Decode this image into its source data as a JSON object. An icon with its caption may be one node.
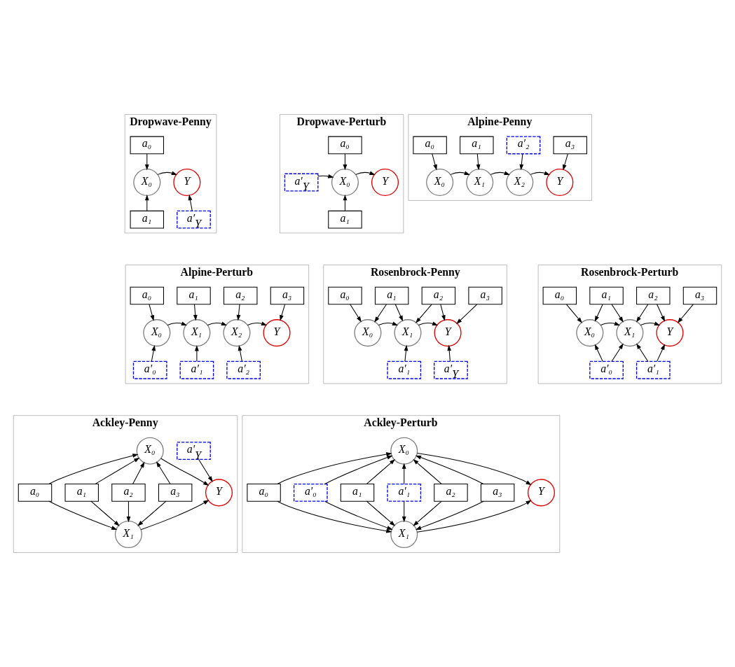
{
  "diagram": {
    "nodes": [
      {
        "text": [
          "Dropwave-Penny"
        ]
      },
      {
        "text": [
          "a₀"
        ],
        "in": 0
      },
      {
        "text": [
          "X₀"
        ],
        "in": 0
      },
      {
        "text": [
          "Y"
        ],
        "in": 0
      },
      {
        "text": [
          "a₁"
        ],
        "in": 0
      },
      {
        "text": [
          "a′$_{Y}$"
        ],
        "in": 0
      },
      {
        "text": [
          "Dropwave-Perturb"
        ]
      },
      {
        "text": [
          "a₀"
        ],
        "in": 6
      },
      {
        "text": [
          "a′$_{Y}$"
        ],
        "in": 6
      },
      {
        "text": [
          "X₀"
        ],
        "in": 6
      },
      {
        "text": [
          "Y"
        ],
        "in": 6
      },
      {
        "text": [
          "a₁"
        ],
        "in": 6
      },
      {
        "text": [
          "Alpine-Penny"
        ]
      },
      {
        "text": [
          "a₀"
        ],
        "in": 12
      },
      {
        "text": [
          "a₁"
        ],
        "in": 12
      },
      {
        "text": [
          "a′₂"
        ],
        "in": 12
      },
      {
        "text": [
          "a₃"
        ],
        "in": 12
      },
      {
        "text": [
          "X₀"
        ],
        "in": 12
      },
      {
        "text": [
          "X₁"
        ],
        "in": 12
      },
      {
        "text": [
          "X₂"
        ],
        "in": 12
      },
      {
        "text": [
          "Y"
        ],
        "in": 12
      },
      {
        "text": [
          "Alpine-Perturb"
        ]
      },
      {
        "text": [
          "a₀"
        ],
        "in": 21
      },
      {
        "text": [
          "a₁"
        ],
        "in": 21
      },
      {
        "text": [
          "a₂"
        ],
        "in": 21
      },
      {
        "text": [
          "a₃"
        ],
        "in": 21
      },
      {
        "text": [
          "X₀"
        ],
        "in": 21
      },
      {
        "text": [
          "X₁"
        ],
        "in": 21
      },
      {
        "text": [
          "X₂"
        ],
        "in": 21
      },
      {
        "text": [
          "Y"
        ],
        "in": 21
      },
      {
        "text": [
          "a′₀"
        ],
        "in": 21
      },
      {
        "text": [
          "a′₁"
        ],
        "in": 21
      },
      {
        "text": [
          "a′₂"
        ],
        "in": 21
      },
      {
        "text": [
          "Rosenbrock-Penny"
        ]
      },
      {
        "text": [
          "a₀"
        ],
        "in": 33
      },
      {
        "text": [
          "a₁"
        ],
        "in": 33
      },
      {
        "text": [
          "a₂"
        ],
        "in": 33
      },
      {
        "text": [
          "a₃"
        ],
        "in": 33
      },
      {
        "text": [
          "X₀"
        ],
        "in": 33
      },
      {
        "text": [
          "X₁"
        ],
        "in": 33
      },
      {
        "text": [
          "Y"
        ],
        "in": 33
      },
      {
        "text": [
          "a′₁"
        ],
        "in": 33
      },
      {
        "text": [
          "a′$_{Y}$"
        ],
        "in": 33
      },
      {
        "text": [
          "Rosenbrock-Perturb"
        ]
      },
      {
        "text": [
          "a₀"
        ],
        "in": 43
      },
      {
        "text": [
          "a₁"
        ],
        "in": 43
      },
      {
        "text": [
          "a₂"
        ],
        "in": 43
      },
      {
        "text": [
          "a₃"
        ],
        "in": 43
      },
      {
        "text": [
          "X₀"
        ],
        "in": 43
      },
      {
        "text": [
          "X₁"
        ],
        "in": 43
      },
      {
        "text": [
          "Y"
        ],
        "in": 43
      },
      {
        "text": [
          "a′₀"
        ],
        "in": 43
      },
      {
        "text": [
          "a′₁"
        ],
        "in": 43
      },
      {
        "text": [
          "Ackley-Penny"
        ]
      },
      {
        "text": [
          "X₀"
        ],
        "in": 53
      },
      {
        "text": [
          "a′$_{Y}$"
        ],
        "in": 53
      },
      {
        "text": [
          "a₀"
        ],
        "in": 53
      },
      {
        "text": [
          "a₁"
        ],
        "in": 53
      },
      {
        "text": [
          "a₂"
        ],
        "in": 53
      },
      {
        "text": [
          "a₃"
        ],
        "in": 53
      },
      {
        "text": [
          "Y"
        ],
        "in": 53
      },
      {
        "text": [
          "X₁"
        ],
        "in": 53
      },
      {
        "text": [
          "Ackley-Perturb"
        ]
      },
      {
        "text": [
          "X₀"
        ],
        "in": 62
      },
      {
        "text": [
          "a₀"
        ],
        "in": 62
      },
      {
        "text": [
          "a′₀"
        ],
        "in": 62
      },
      {
        "text": [
          "a₁"
        ],
        "in": 62
      },
      {
        "text": [
          "a′₁"
        ],
        "in": 62
      },
      {
        "text": [
          "a₂"
        ],
        "in": 62
      },
      {
        "text": [
          "a₃"
        ],
        "in": 62
      },
      {
        "text": [
          "Y"
        ],
        "in": 62
      },
      {
        "text": [
          "X₁"
        ],
        "in": 62
      }
    ],
    "edges": [
      {
        "from": 1,
        "to": 2,
        "arrow": "to"
      },
      {
        "from": 4,
        "to": 2,
        "arrow": "to"
      },
      {
        "from": 2,
        "to": 3,
        "arrow": "to"
      },
      {
        "from": 5,
        "to": 3,
        "arrow": "to"
      },
      {
        "from": 7,
        "to": 9,
        "arrow": "to"
      },
      {
        "from": 8,
        "to": 9,
        "arrow": "to"
      },
      {
        "from": 11,
        "to": 9,
        "arrow": "to"
      },
      {
        "from": 9,
        "to": 10,
        "arrow": "to"
      },
      {
        "from": 13,
        "to": 17,
        "arrow": "to"
      },
      {
        "from": 14,
        "to": 18,
        "arrow": "to"
      },
      {
        "from": 15,
        "to": 19,
        "arrow": "to"
      },
      {
        "from": 16,
        "to": 20,
        "arrow": "to"
      },
      {
        "from": 17,
        "to": 18,
        "arrow": "to"
      },
      {
        "from": 18,
        "to": 19,
        "arrow": "to"
      },
      {
        "from": 19,
        "to": 20,
        "arrow": "to"
      },
      {
        "from": 22,
        "to": 26,
        "arrow": "to"
      },
      {
        "from": 23,
        "to": 27,
        "arrow": "to"
      },
      {
        "from": 24,
        "to": 28,
        "arrow": "to"
      },
      {
        "from": 25,
        "to": 29,
        "arrow": "to"
      },
      {
        "from": 30,
        "to": 26,
        "arrow": "to"
      },
      {
        "from": 31,
        "to": 27,
        "arrow": "to"
      },
      {
        "from": 32,
        "to": 28,
        "arrow": "to"
      },
      {
        "from": 26,
        "to": 27,
        "arrow": "to"
      },
      {
        "from": 27,
        "to": 28,
        "arrow": "to"
      },
      {
        "from": 28,
        "to": 29,
        "arrow": "to"
      },
      {
        "from": 34,
        "to": 38,
        "arrow": "to"
      },
      {
        "from": 35,
        "to": 38,
        "arrow": "to"
      },
      {
        "from": 35,
        "to": 39,
        "arrow": "to"
      },
      {
        "from": 36,
        "to": 39,
        "arrow": "to"
      },
      {
        "from": 36,
        "to": 40,
        "arrow": "to"
      },
      {
        "from": 37,
        "to": 40,
        "arrow": "to"
      },
      {
        "from": 38,
        "to": 39,
        "arrow": "to"
      },
      {
        "from": 39,
        "to": 40,
        "arrow": "to"
      },
      {
        "from": 41,
        "to": 39,
        "arrow": "to"
      },
      {
        "from": 42,
        "to": 40,
        "arrow": "to"
      },
      {
        "from": 44,
        "to": 48,
        "arrow": "to"
      },
      {
        "from": 45,
        "to": 48,
        "arrow": "to"
      },
      {
        "from": 45,
        "to": 49,
        "arrow": "to"
      },
      {
        "from": 46,
        "to": 49,
        "arrow": "to"
      },
      {
        "from": 46,
        "to": 50,
        "arrow": "to"
      },
      {
        "from": 47,
        "to": 50,
        "arrow": "to"
      },
      {
        "from": 48,
        "to": 49,
        "arrow": "to"
      },
      {
        "from": 49,
        "to": 50,
        "arrow": "to"
      },
      {
        "from": 51,
        "to": 48,
        "arrow": "to"
      },
      {
        "from": 51,
        "to": 49,
        "arrow": "to"
      },
      {
        "from": 52,
        "to": 49,
        "arrow": "to"
      },
      {
        "from": 52,
        "to": 50,
        "arrow": "to"
      },
      {
        "from": 56,
        "to": 54,
        "arrow": "to"
      },
      {
        "from": 56,
        "to": 61,
        "arrow": "to"
      },
      {
        "from": 57,
        "to": 54,
        "arrow": "to"
      },
      {
        "from": 57,
        "to": 61,
        "arrow": "to"
      },
      {
        "from": 58,
        "to": 54,
        "arrow": "to"
      },
      {
        "from": 58,
        "to": 61,
        "arrow": "to"
      },
      {
        "from": 59,
        "to": 54,
        "arrow": "to"
      },
      {
        "from": 59,
        "to": 61,
        "arrow": "to"
      },
      {
        "from": 54,
        "to": 60,
        "arrow": "to"
      },
      {
        "from": 61,
        "to": 60,
        "arrow": "to"
      },
      {
        "from": 55,
        "to": 60,
        "arrow": "to"
      },
      {
        "from": 64,
        "to": 63,
        "arrow": "to"
      },
      {
        "from": 64,
        "to": 71,
        "arrow": "to"
      },
      {
        "from": 65,
        "to": 63,
        "arrow": "to"
      },
      {
        "from": 65,
        "to": 71,
        "arrow": "to"
      },
      {
        "from": 66,
        "to": 63,
        "arrow": "to"
      },
      {
        "from": 66,
        "to": 71,
        "arrow": "to"
      },
      {
        "from": 67,
        "to": 63,
        "arrow": "to"
      },
      {
        "from": 67,
        "to": 71,
        "arrow": "to"
      },
      {
        "from": 68,
        "to": 63,
        "arrow": "to"
      },
      {
        "from": 68,
        "to": 71,
        "arrow": "to"
      },
      {
        "from": 69,
        "to": 63,
        "arrow": "to"
      },
      {
        "from": 69,
        "to": 71,
        "arrow": "to"
      },
      {
        "from": 63,
        "to": 70,
        "arrow": "to"
      },
      {
        "from": 71,
        "to": 70,
        "arrow": "to"
      }
    ]
  }
}
